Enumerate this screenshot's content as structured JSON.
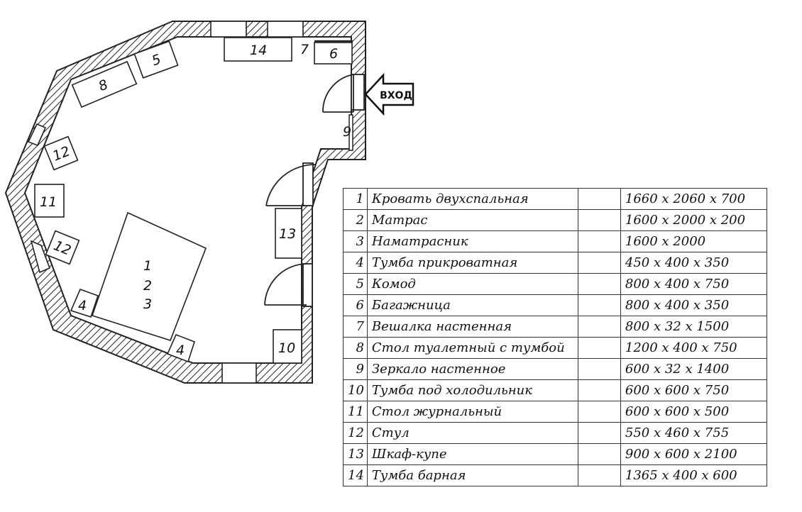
{
  "entrance": {
    "label": "ВХОД"
  },
  "furniture_labels": {
    "bed": [
      "1",
      "2",
      "3"
    ],
    "nightstand": "4",
    "dresser": "5",
    "luggage_rack": "6",
    "wall_hanger": "7",
    "vanity_table": "8",
    "mirror": "9",
    "fridge_stand": "10",
    "coffee_table": "11",
    "chair": "12",
    "wardrobe": "13",
    "bar_stand": "14"
  },
  "spec_table": {
    "rows": [
      {
        "num": "1",
        "name": "Кровать двухспальная",
        "dims": "1660 x 2060 x 700"
      },
      {
        "num": "2",
        "name": "Матрас",
        "dims": "1600 x 2000 x 200"
      },
      {
        "num": "3",
        "name": "Наматрасник",
        "dims": "1600 x 2000"
      },
      {
        "num": "4",
        "name": "Тумба прикроватная",
        "dims": "450 x 400 x 350"
      },
      {
        "num": "5",
        "name": "Комод",
        "dims": "800 x 400 x 750"
      },
      {
        "num": "6",
        "name": "Багажница",
        "dims": "800 x 400 x 350"
      },
      {
        "num": "7",
        "name": "Вешалка настенная",
        "dims": "800 x 32 x 1500"
      },
      {
        "num": "8",
        "name": "Стол туалетный с тумбой",
        "dims": "1200 x 400 x 750"
      },
      {
        "num": "9",
        "name": "Зеркало настенное",
        "dims": "600 x 32 x 1400"
      },
      {
        "num": "10",
        "name": "Тумба под холодильник",
        "dims": "600 x 600 x 750"
      },
      {
        "num": "11",
        "name": "Стол журнальный",
        "dims": "600 x 600 x 500"
      },
      {
        "num": "12",
        "name": "Стул",
        "dims": "550 x 460 x 755"
      },
      {
        "num": "13",
        "name": "Шкаф-купе",
        "dims": "900 x 600 x 2100"
      },
      {
        "num": "14",
        "name": "Тумба барная",
        "dims": "1365 x 400 x 600"
      }
    ]
  }
}
